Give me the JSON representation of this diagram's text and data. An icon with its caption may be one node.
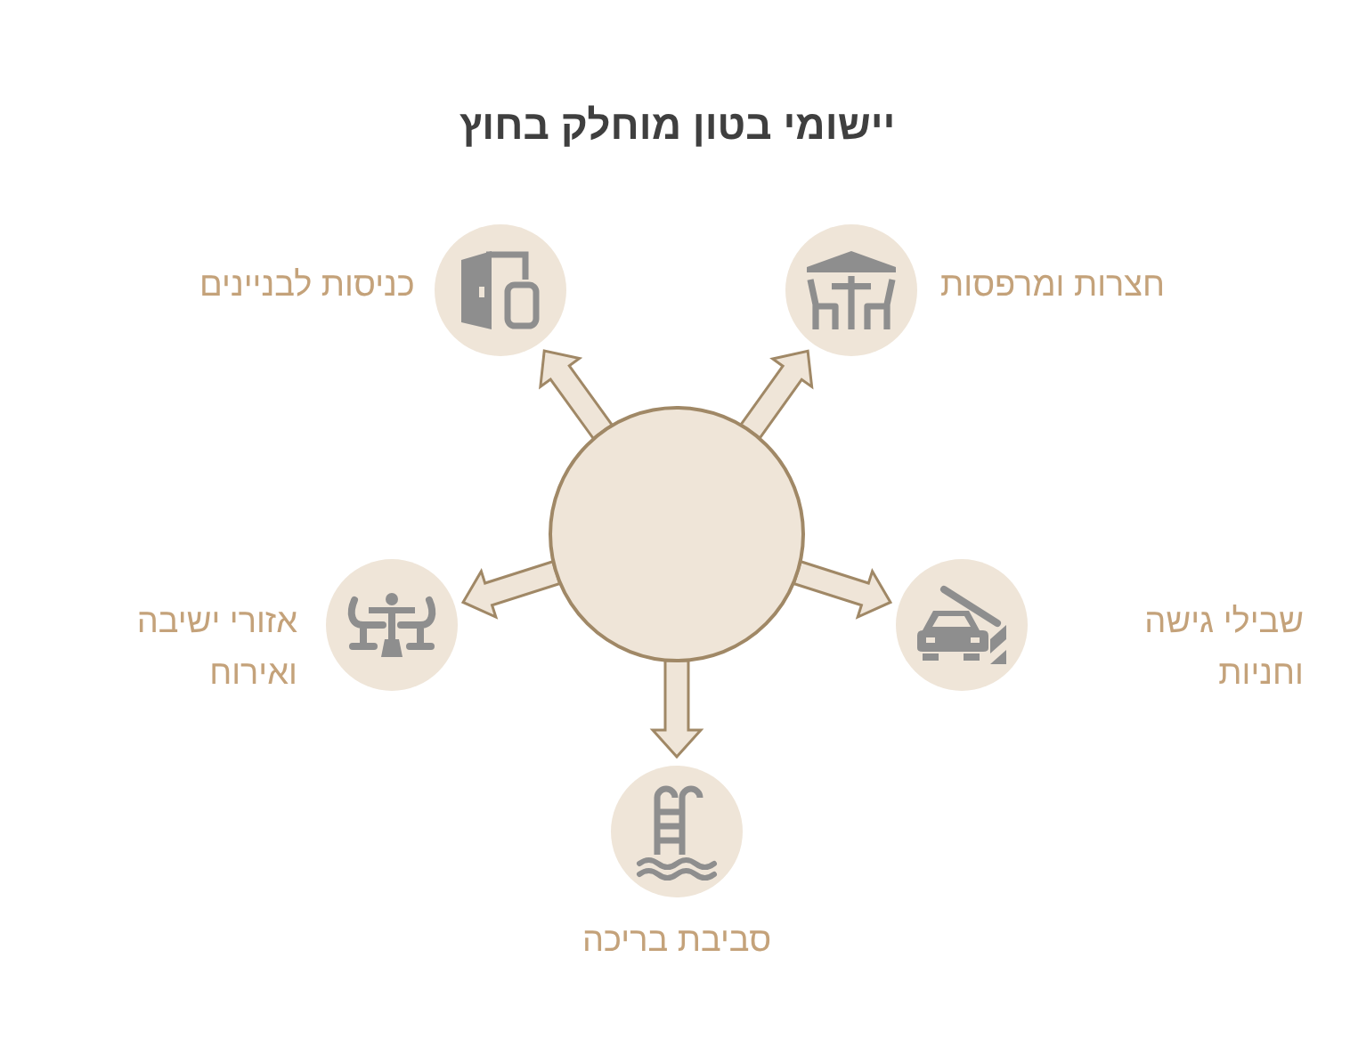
{
  "diagram": {
    "title": "יישומי בטון מוחלק בחוץ",
    "nodes": [
      {
        "text": [],
        "shape": "circle"
      },
      {
        "text": [
          "חצרות ומרפסות"
        ]
      },
      {
        "text": [
          "כניסות לבניינים"
        ]
      },
      {
        "text": [
          "שבילי גישה וחניות"
        ]
      },
      {
        "text": [
          "אזורי ישיבה ואירוח"
        ]
      },
      {
        "text": [
          "סביבת בריכה"
        ]
      }
    ],
    "edges": [
      {
        "from": 0,
        "to": 1,
        "arrow": "to"
      },
      {
        "from": 0,
        "to": 2,
        "arrow": "to"
      },
      {
        "from": 0,
        "to": 3,
        "arrow": "to"
      },
      {
        "from": 0,
        "to": 4,
        "arrow": "to"
      },
      {
        "from": 0,
        "to": 5,
        "arrow": "to"
      }
    ]
  }
}
